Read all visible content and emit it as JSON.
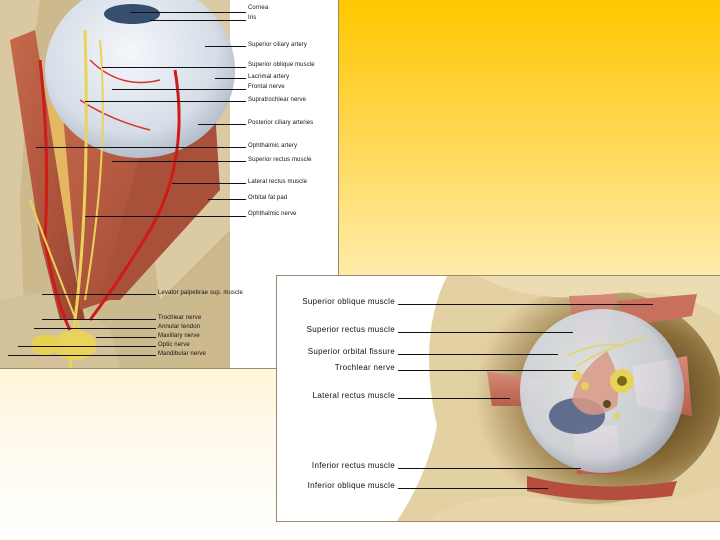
{
  "figure_top": {
    "labels": [
      {
        "id": "cornea",
        "text": "Cornea"
      },
      {
        "id": "iris",
        "text": "Iris"
      },
      {
        "id": "superior-ciliary-artery",
        "text": "Superior ciliary artery"
      },
      {
        "id": "superior-oblique-muscle",
        "text": "Superior oblique muscle"
      },
      {
        "id": "lacrimal-artery",
        "text": "Lacrimal artery"
      },
      {
        "id": "frontal-nerve",
        "text": "Frontal nerve"
      },
      {
        "id": "supratrochlear-nerve",
        "text": "Supratrochlear nerve"
      },
      {
        "id": "posterior-ciliary-arteries",
        "text": "Posterior ciliary arteries"
      },
      {
        "id": "ophthalmic-artery",
        "text": "Ophthalmic artery"
      },
      {
        "id": "superior-rectus-muscle",
        "text": "Superior rectus muscle"
      },
      {
        "id": "lateral-rectus-muscle",
        "text": "Lateral rectus muscle"
      },
      {
        "id": "orbital-fat-pad",
        "text": "Orbital fat pad"
      },
      {
        "id": "ophthalmic-nerve",
        "text": "Ophthalmic nerve"
      },
      {
        "id": "levator-palpebrae-superioris-muscle",
        "text": "Levator palpebrae sup. muscle"
      },
      {
        "id": "trochlear-nerve",
        "text": "Trochlear nerve"
      },
      {
        "id": "annular-tendon",
        "text": "Annular tendon"
      },
      {
        "id": "maxillary-nerve",
        "text": "Maxillary nerve"
      },
      {
        "id": "optic-nerve",
        "text": "Optic nerve"
      },
      {
        "id": "mandibular-nerve",
        "text": "Mandibular nerve"
      }
    ]
  },
  "figure_bottom": {
    "labels": [
      {
        "id": "superior-oblique-muscle",
        "text": "Superior oblique muscle"
      },
      {
        "id": "superior-rectus-muscle",
        "text": "Superior rectus muscle"
      },
      {
        "id": "superior-orbital-fissure",
        "text": "Superior orbital fissure"
      },
      {
        "id": "trochlear-nerve",
        "text": "Trochlear nerve"
      },
      {
        "id": "lateral-rectus-muscle",
        "text": "Lateral rectus muscle"
      },
      {
        "id": "inferior-rectus-muscle",
        "text": "Inferior rectus muscle"
      },
      {
        "id": "inferior-oblique-muscle",
        "text": "Inferior oblique muscle"
      }
    ]
  },
  "colors": {
    "slide_gradient_top": "#ffc800",
    "slide_gradient_bottom": "#ffffff",
    "bone": "#d7c6a0",
    "muscle": "#b5583c",
    "artery": "#d21a14",
    "nerve": "#e8d44a",
    "fat": "#e3b35c",
    "eyeball": "#dfe6ee"
  }
}
